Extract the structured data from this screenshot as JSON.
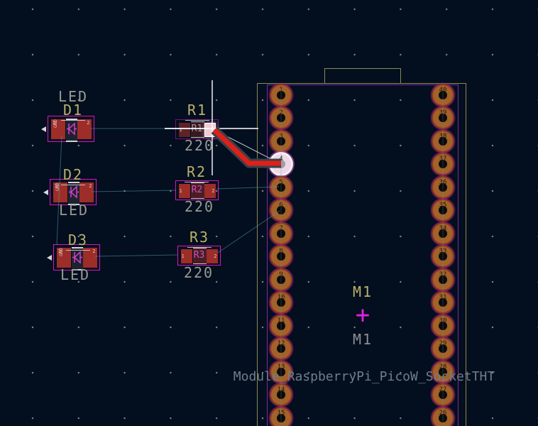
{
  "editor": {
    "description": "PCB layout canvas (KiCad-style) while routing a track",
    "colors": {
      "background": "#030e1f",
      "grid_dot": "#7f8791",
      "silkscreen_module": "#8a8a52",
      "module_courtyard": "#7b2d9b",
      "component_courtyard": "#d916be",
      "smd_pad_copper": "#9c2d28",
      "tht_pad_copper": "#a2622a",
      "trace_active": "#de201a",
      "ratsnest": "#56a8b2",
      "crosshair": "#ffffff",
      "reference_text": "#b9b168",
      "value_text": "#9a9a92",
      "highlight_pad": "#f3cbd6"
    }
  },
  "components": {
    "d1": {
      "ref": "D1",
      "value": "LED",
      "pad1": "1",
      "pad2": "2",
      "pin1_net": "GND"
    },
    "d2": {
      "ref": "D2",
      "value": "LED",
      "pad1": "1",
      "pad2": "2",
      "pin1_net": "GND"
    },
    "d3": {
      "ref": "D3",
      "value": "LED",
      "pad1": "1",
      "pad2": "2",
      "pin1_net": "GND"
    },
    "r1": {
      "ref": "R1",
      "value": "220",
      "inner_label": "R1",
      "pad1": "1",
      "pad2": "2"
    },
    "r2": {
      "ref": "R2",
      "value": "220",
      "inner_label": "R2",
      "pad1": "1",
      "pad2": "2"
    },
    "r3": {
      "ref": "R3",
      "value": "220",
      "inner_label": "R3",
      "pad1": "1",
      "pad2": "2"
    }
  },
  "module": {
    "ref": "M1",
    "value": "M1",
    "footprint_name": "Module_RaspberryPi_PicoW_SocketTHT",
    "anchor_glyph": "+",
    "left_pads": [
      1,
      2,
      3,
      4,
      5,
      6,
      7,
      8,
      9,
      10,
      11,
      12,
      13,
      14,
      15
    ],
    "right_pads": [
      40,
      39,
      38,
      37,
      36,
      35,
      34,
      33,
      32,
      31,
      30,
      29,
      28,
      27,
      26
    ],
    "highlighted_pad": 4
  }
}
